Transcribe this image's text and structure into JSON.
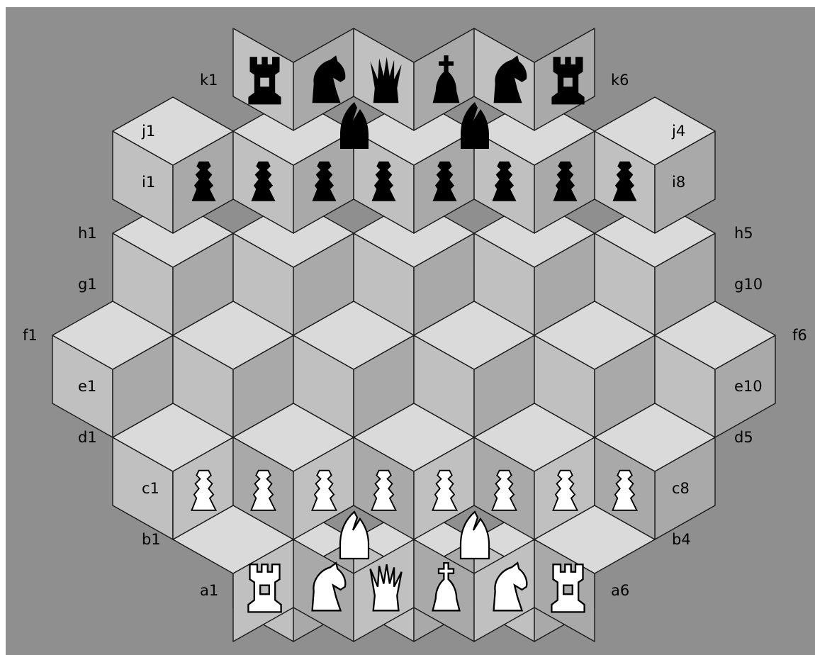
{
  "colors": {
    "backdrop": "#8f8f8f",
    "outer_frame": "#ffffff",
    "top_face": "#dadada",
    "left_face": "#c0c0c0",
    "right_face": "#a9a9a9",
    "grid_line": "#1a1a1a",
    "black_piece": "#000000",
    "white_piece": "#ffffff"
  },
  "row_labels": {
    "left": [
      "k1",
      "j1",
      "i1",
      "h1",
      "g1",
      "f1",
      "e1",
      "d1",
      "c1",
      "b1",
      "a1"
    ],
    "right": [
      "k6",
      "j4",
      "i8",
      "h5",
      "g10",
      "f6",
      "e10",
      "d5",
      "c8",
      "b4",
      "a6"
    ]
  },
  "pieces": {
    "black_back_rank": [
      "rook-icon",
      "knight-icon",
      "queen-icon",
      "king-icon",
      "knight-icon",
      "rook-icon"
    ],
    "black_bishops": [
      "bishop-icon",
      "bishop-icon"
    ],
    "black_pawns": [
      "pawn-icon",
      "pawn-icon",
      "pawn-icon",
      "pawn-icon",
      "pawn-icon",
      "pawn-icon",
      "pawn-icon",
      "pawn-icon"
    ],
    "white_pawns": [
      "pawn-icon",
      "pawn-icon",
      "pawn-icon",
      "pawn-icon",
      "pawn-icon",
      "pawn-icon",
      "pawn-icon",
      "pawn-icon"
    ],
    "white_bishops": [
      "bishop-icon",
      "bishop-icon"
    ],
    "white_back_rank": [
      "rook-icon",
      "knight-icon",
      "queen-icon",
      "king-icon",
      "knight-icon",
      "rook-icon"
    ]
  }
}
